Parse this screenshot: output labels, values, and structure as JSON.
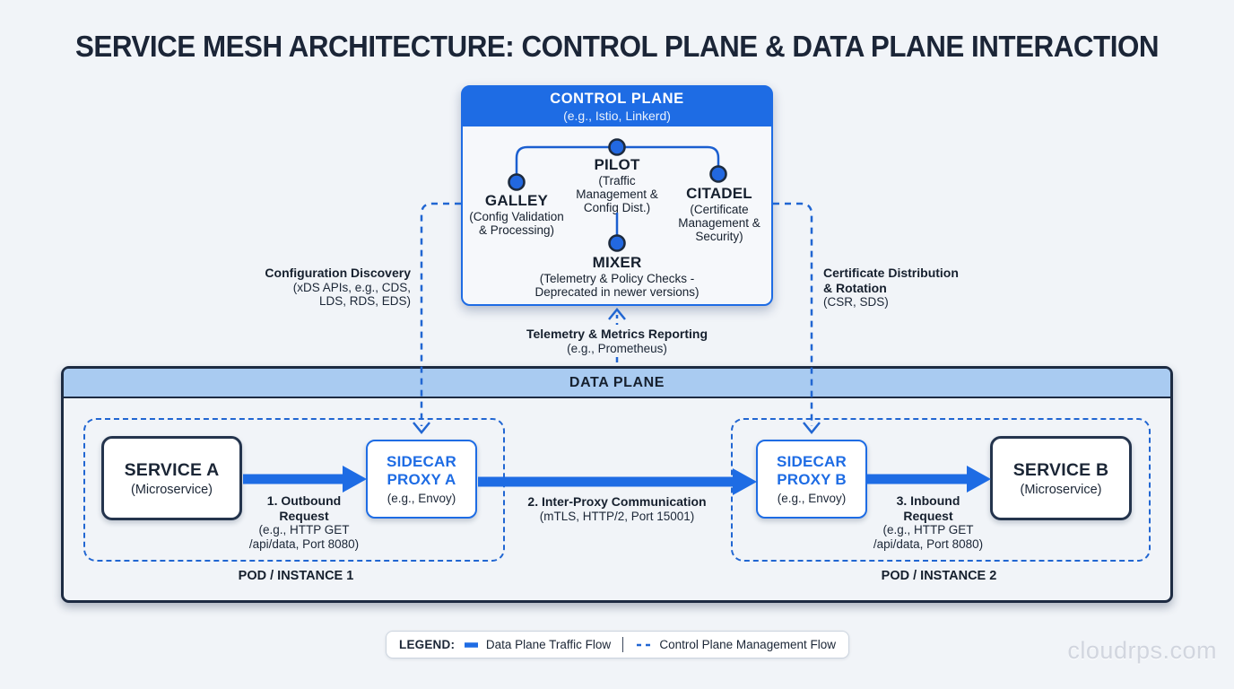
{
  "title": "SERVICE MESH ARCHITECTURE: CONTROL PLANE & DATA PLANE INTERACTION",
  "control_plane": {
    "title": "CONTROL PLANE",
    "subtitle": "(e.g., Istio, Linkerd)",
    "components": {
      "pilot": {
        "name": "PILOT",
        "desc_lines": [
          "(Traffic",
          "Management &",
          "Config Dist.)"
        ]
      },
      "galley": {
        "name": "GALLEY",
        "desc_lines": [
          "(Config Validation",
          "& Processing)"
        ]
      },
      "citadel": {
        "name": "CITADEL",
        "desc_lines": [
          "(Certificate",
          "Management &",
          "Security)"
        ]
      },
      "mixer": {
        "name": "MIXER",
        "desc_lines": [
          "(Telemetry & Policy Checks -",
          "Deprecated in newer versions)"
        ]
      }
    }
  },
  "annotations": {
    "config_discovery": {
      "title": "Configuration Discovery",
      "desc_lines": [
        "(xDS APIs, e.g., CDS,",
        "LDS, RDS, EDS)"
      ]
    },
    "cert_distribution": {
      "title_lines": [
        "Certificate Distribution",
        "& Rotation"
      ],
      "desc": "(CSR, SDS)"
    },
    "telemetry": {
      "title": "Telemetry & Metrics Reporting",
      "desc": "(e.g., Prometheus)"
    }
  },
  "data_plane": {
    "title": "DATA PLANE",
    "pod1": {
      "label": "POD / INSTANCE 1",
      "service": {
        "name": "SERVICE A",
        "desc": "(Microservice)"
      },
      "proxy": {
        "name_line1": "SIDECAR",
        "name_line2": "PROXY A",
        "desc": "(e.g., Envoy)"
      }
    },
    "pod2": {
      "label": "POD / INSTANCE 2",
      "service": {
        "name": "SERVICE B",
        "desc": "(Microservice)"
      },
      "proxy": {
        "name_line1": "SIDECAR",
        "name_line2": "PROXY B",
        "desc": "(e.g., Envoy)"
      }
    },
    "flow1": {
      "title_lines": [
        "1. Outbound",
        "Request"
      ],
      "desc_lines": [
        "(e.g., HTTP GET",
        "/api/data, Port 8080)"
      ]
    },
    "flow2": {
      "title": "2. Inter-Proxy Communication",
      "desc": "(mTLS, HTTP/2, Port 15001)"
    },
    "flow3": {
      "title_lines": [
        "3. Inbound",
        "Request"
      ],
      "desc_lines": [
        "(e.g., HTTP GET",
        "/api/data, Port 8080)"
      ]
    }
  },
  "legend": {
    "label": "LEGEND:",
    "solid_label": "Data Plane Traffic Flow",
    "dashed_label": "Control Plane Management Flow"
  },
  "watermark": "cloudrps.com",
  "colors": {
    "accent_blue": "#1e6ce4",
    "dark_navy": "#1d2b42",
    "data_plane_bar": "#a9cbf1",
    "dashed_blue": "#2166d2",
    "node_fill": "#2268e0"
  }
}
